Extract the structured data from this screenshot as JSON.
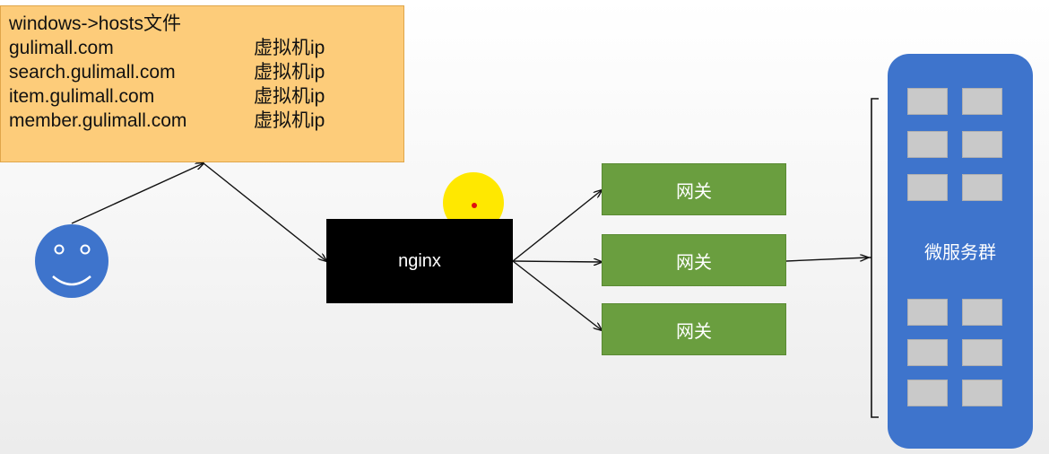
{
  "hosts": {
    "title": "windows->hosts文件",
    "entries": [
      {
        "domain": "gulimall.com",
        "ip": "虚拟机ip"
      },
      {
        "domain": "search.gulimall.com",
        "ip": "虚拟机ip"
      },
      {
        "domain": "item.gulimall.com",
        "ip": "虚拟机ip"
      },
      {
        "domain": "member.gulimall.com",
        "ip": "虚拟机ip"
      }
    ]
  },
  "nginx": {
    "label": "nginx"
  },
  "gateways": [
    {
      "label": "网关"
    },
    {
      "label": "网关"
    },
    {
      "label": "网关"
    }
  ],
  "microservices": {
    "label": "微服务群"
  },
  "colors": {
    "hosts_fill": "#fdcc7a",
    "user_face": "#3e74cc",
    "nginx_fill": "#000000",
    "gateway_fill": "#6a9e3f",
    "microservice_fill": "#3e74cc",
    "service_block": "#c9c9c9",
    "sun": "#ffe800",
    "sun_center": "#e01010"
  }
}
